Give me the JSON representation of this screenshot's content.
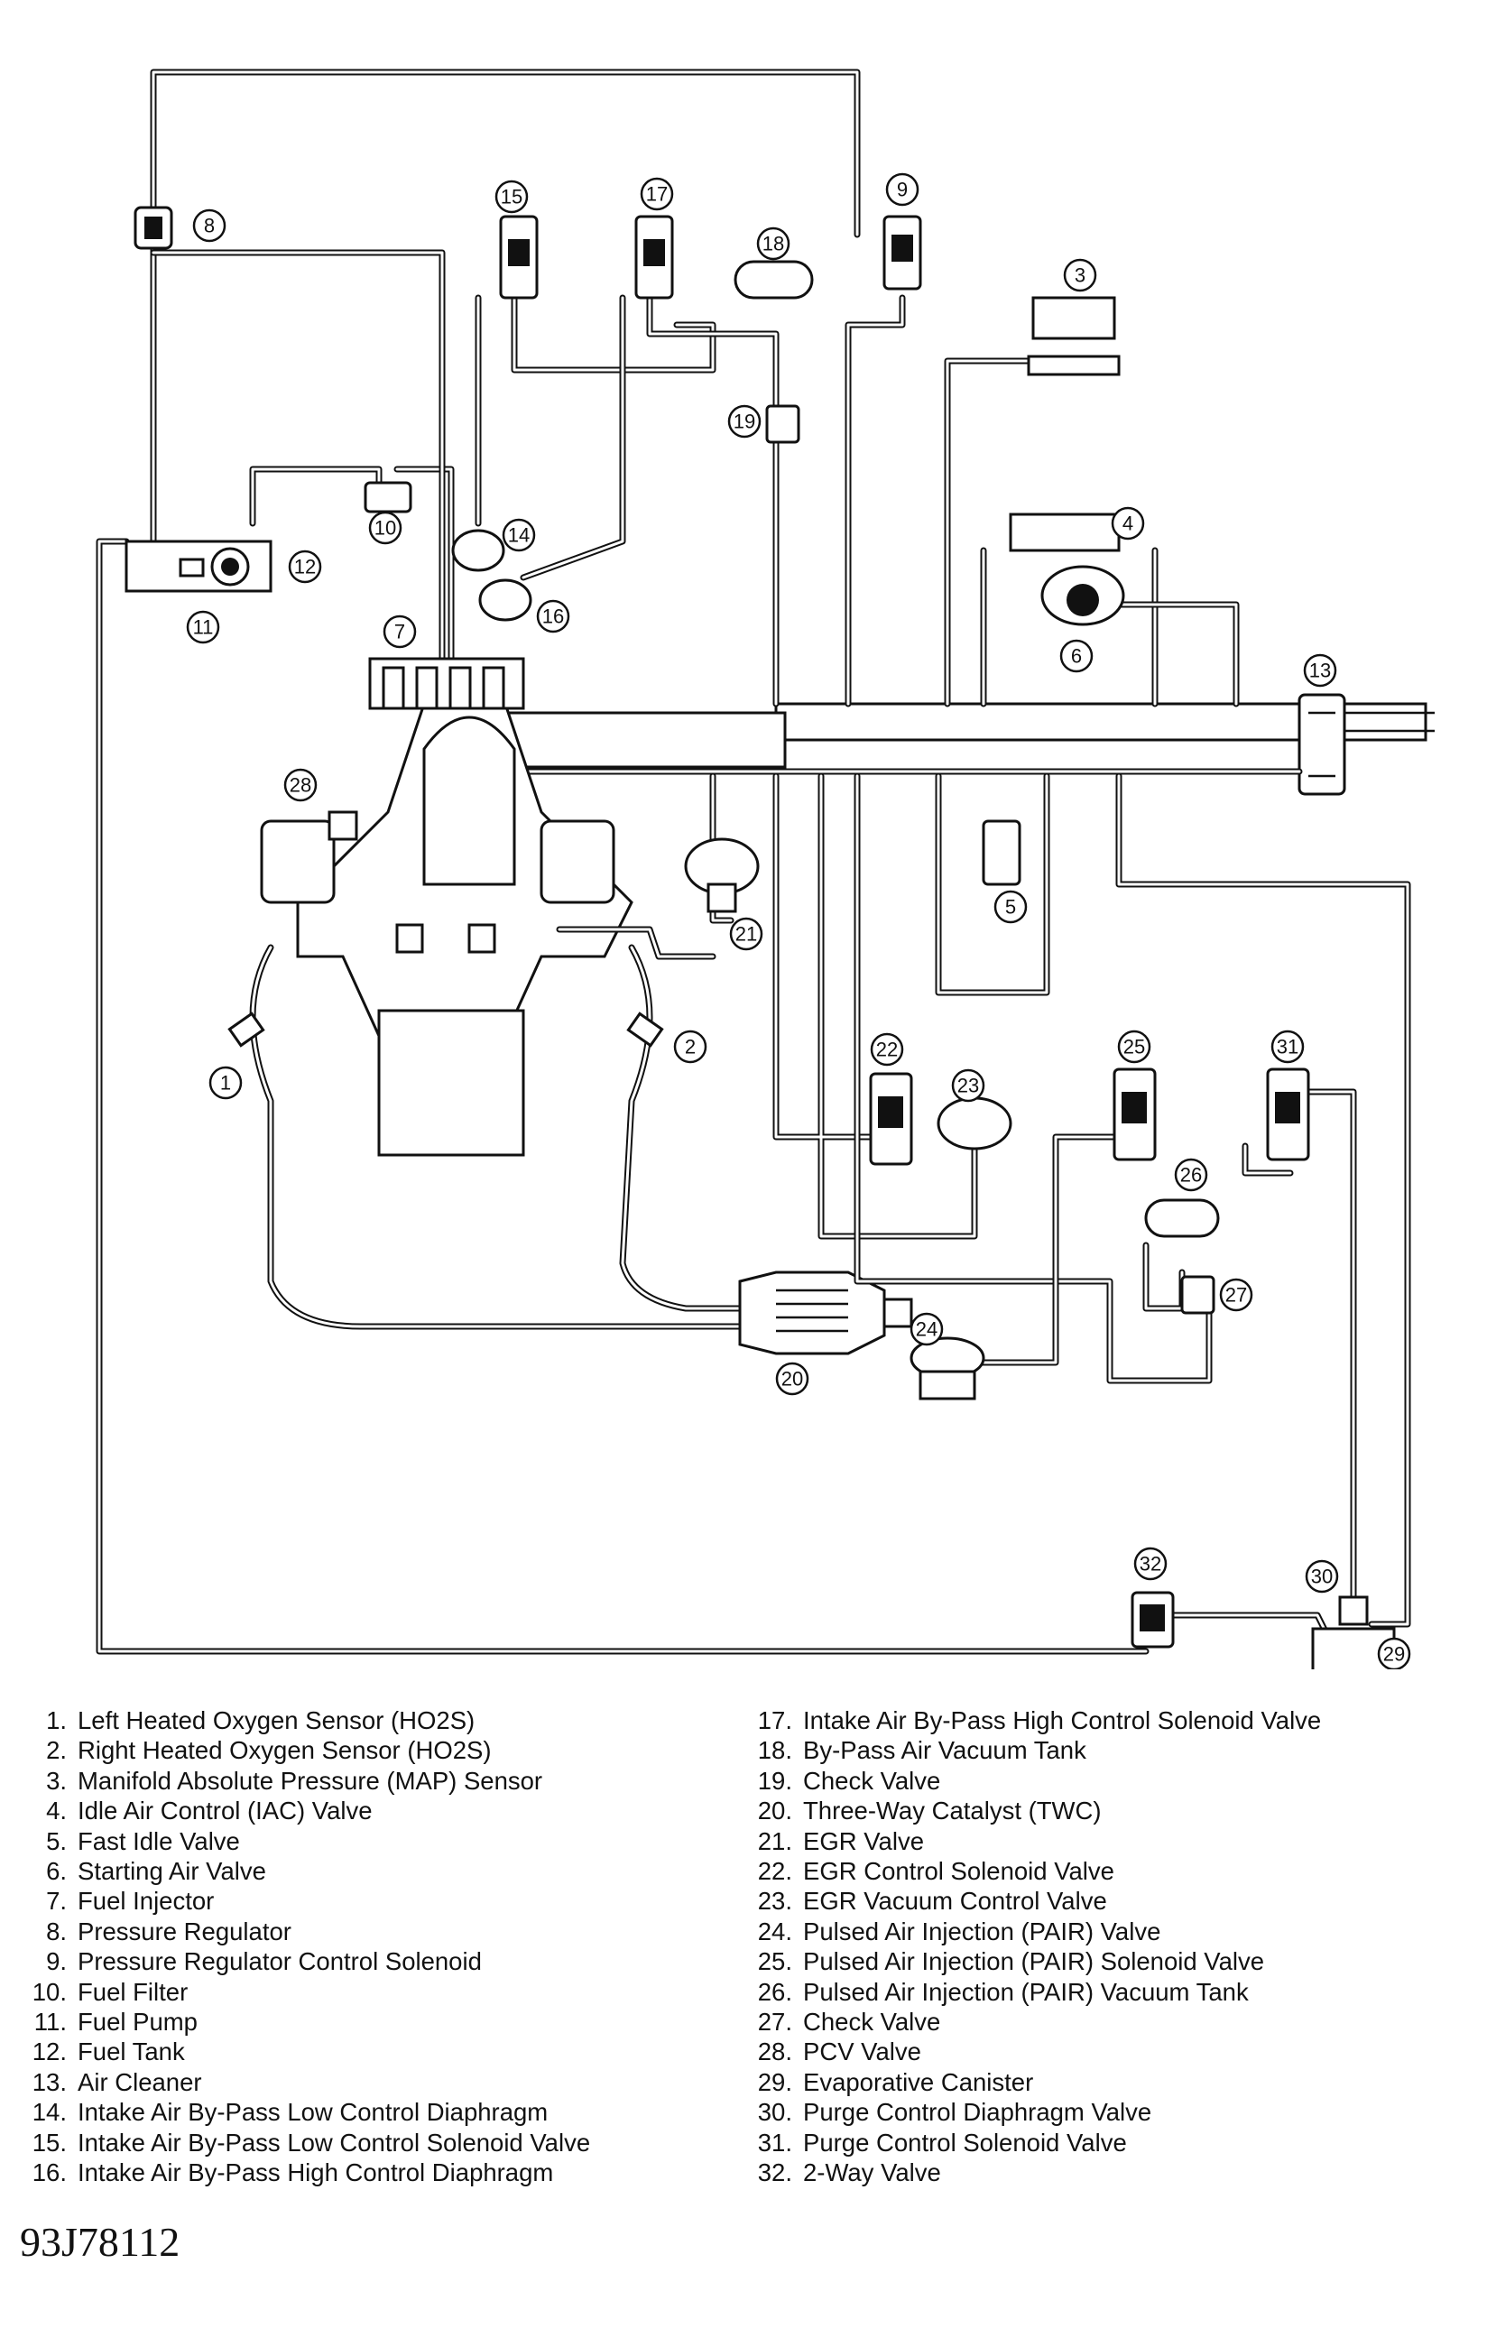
{
  "legend_left": [
    {
      "num": "1.",
      "label": "Left Heated Oxygen Sensor (HO2S)"
    },
    {
      "num": "2.",
      "label": "Right Heated Oxygen Sensor (HO2S)"
    },
    {
      "num": "3.",
      "label": "Manifold Absolute Pressure (MAP) Sensor"
    },
    {
      "num": "4.",
      "label": "Idle Air Control (IAC) Valve"
    },
    {
      "num": "5.",
      "label": "Fast Idle Valve"
    },
    {
      "num": "6.",
      "label": "Starting Air Valve"
    },
    {
      "num": "7.",
      "label": "Fuel Injector"
    },
    {
      "num": "8.",
      "label": "Pressure Regulator"
    },
    {
      "num": "9.",
      "label": "Pressure Regulator Control Solenoid"
    },
    {
      "num": "10.",
      "label": "Fuel Filter"
    },
    {
      "num": "11.",
      "label": "Fuel Pump"
    },
    {
      "num": "12.",
      "label": "Fuel Tank"
    },
    {
      "num": "13.",
      "label": "Air Cleaner"
    },
    {
      "num": "14.",
      "label": "Intake Air By-Pass Low Control Diaphragm"
    },
    {
      "num": "15.",
      "label": "Intake Air By-Pass Low Control Solenoid Valve"
    },
    {
      "num": "16.",
      "label": "Intake Air By-Pass High Control Diaphragm"
    }
  ],
  "legend_right": [
    {
      "num": "17.",
      "label": "Intake Air By-Pass High Control Solenoid Valve"
    },
    {
      "num": "18.",
      "label": "By-Pass Air Vacuum Tank"
    },
    {
      "num": "19.",
      "label": "Check Valve"
    },
    {
      "num": "20.",
      "label": "Three-Way Catalyst (TWC)"
    },
    {
      "num": "21.",
      "label": "EGR Valve"
    },
    {
      "num": "22.",
      "label": "EGR Control Solenoid Valve"
    },
    {
      "num": "23.",
      "label": "EGR Vacuum Control Valve"
    },
    {
      "num": "24.",
      "label": "Pulsed Air Injection (PAIR) Valve"
    },
    {
      "num": "25.",
      "label": "Pulsed Air Injection (PAIR) Solenoid Valve"
    },
    {
      "num": "26.",
      "label": "Pulsed Air Injection (PAIR) Vacuum Tank"
    },
    {
      "num": "27.",
      "label": "Check Valve"
    },
    {
      "num": "28.",
      "label": "PCV Valve"
    },
    {
      "num": "29.",
      "label": "Evaporative Canister"
    },
    {
      "num": "30.",
      "label": "Purge Control Diaphragm Valve"
    },
    {
      "num": "31.",
      "label": "Purge Control Solenoid Valve"
    },
    {
      "num": "32.",
      "label": "2-Way Valve"
    }
  ],
  "callouts": {
    "c1": "1",
    "c2": "2",
    "c3": "3",
    "c4": "4",
    "c5": "5",
    "c6": "6",
    "c7": "7",
    "c8": "8",
    "c9": "9",
    "c10": "10",
    "c11": "11",
    "c12": "12",
    "c13": "13",
    "c14": "14",
    "c15": "15",
    "c16": "16",
    "c17": "17",
    "c18": "18",
    "c19": "19",
    "c20": "20",
    "c21": "21",
    "c22": "22",
    "c23": "23",
    "c24": "24",
    "c25": "25",
    "c26": "26",
    "c27": "27",
    "c28": "28",
    "c29": "29",
    "c30": "30",
    "c31": "31",
    "c32": "32"
  },
  "figure_id": "93J78112"
}
